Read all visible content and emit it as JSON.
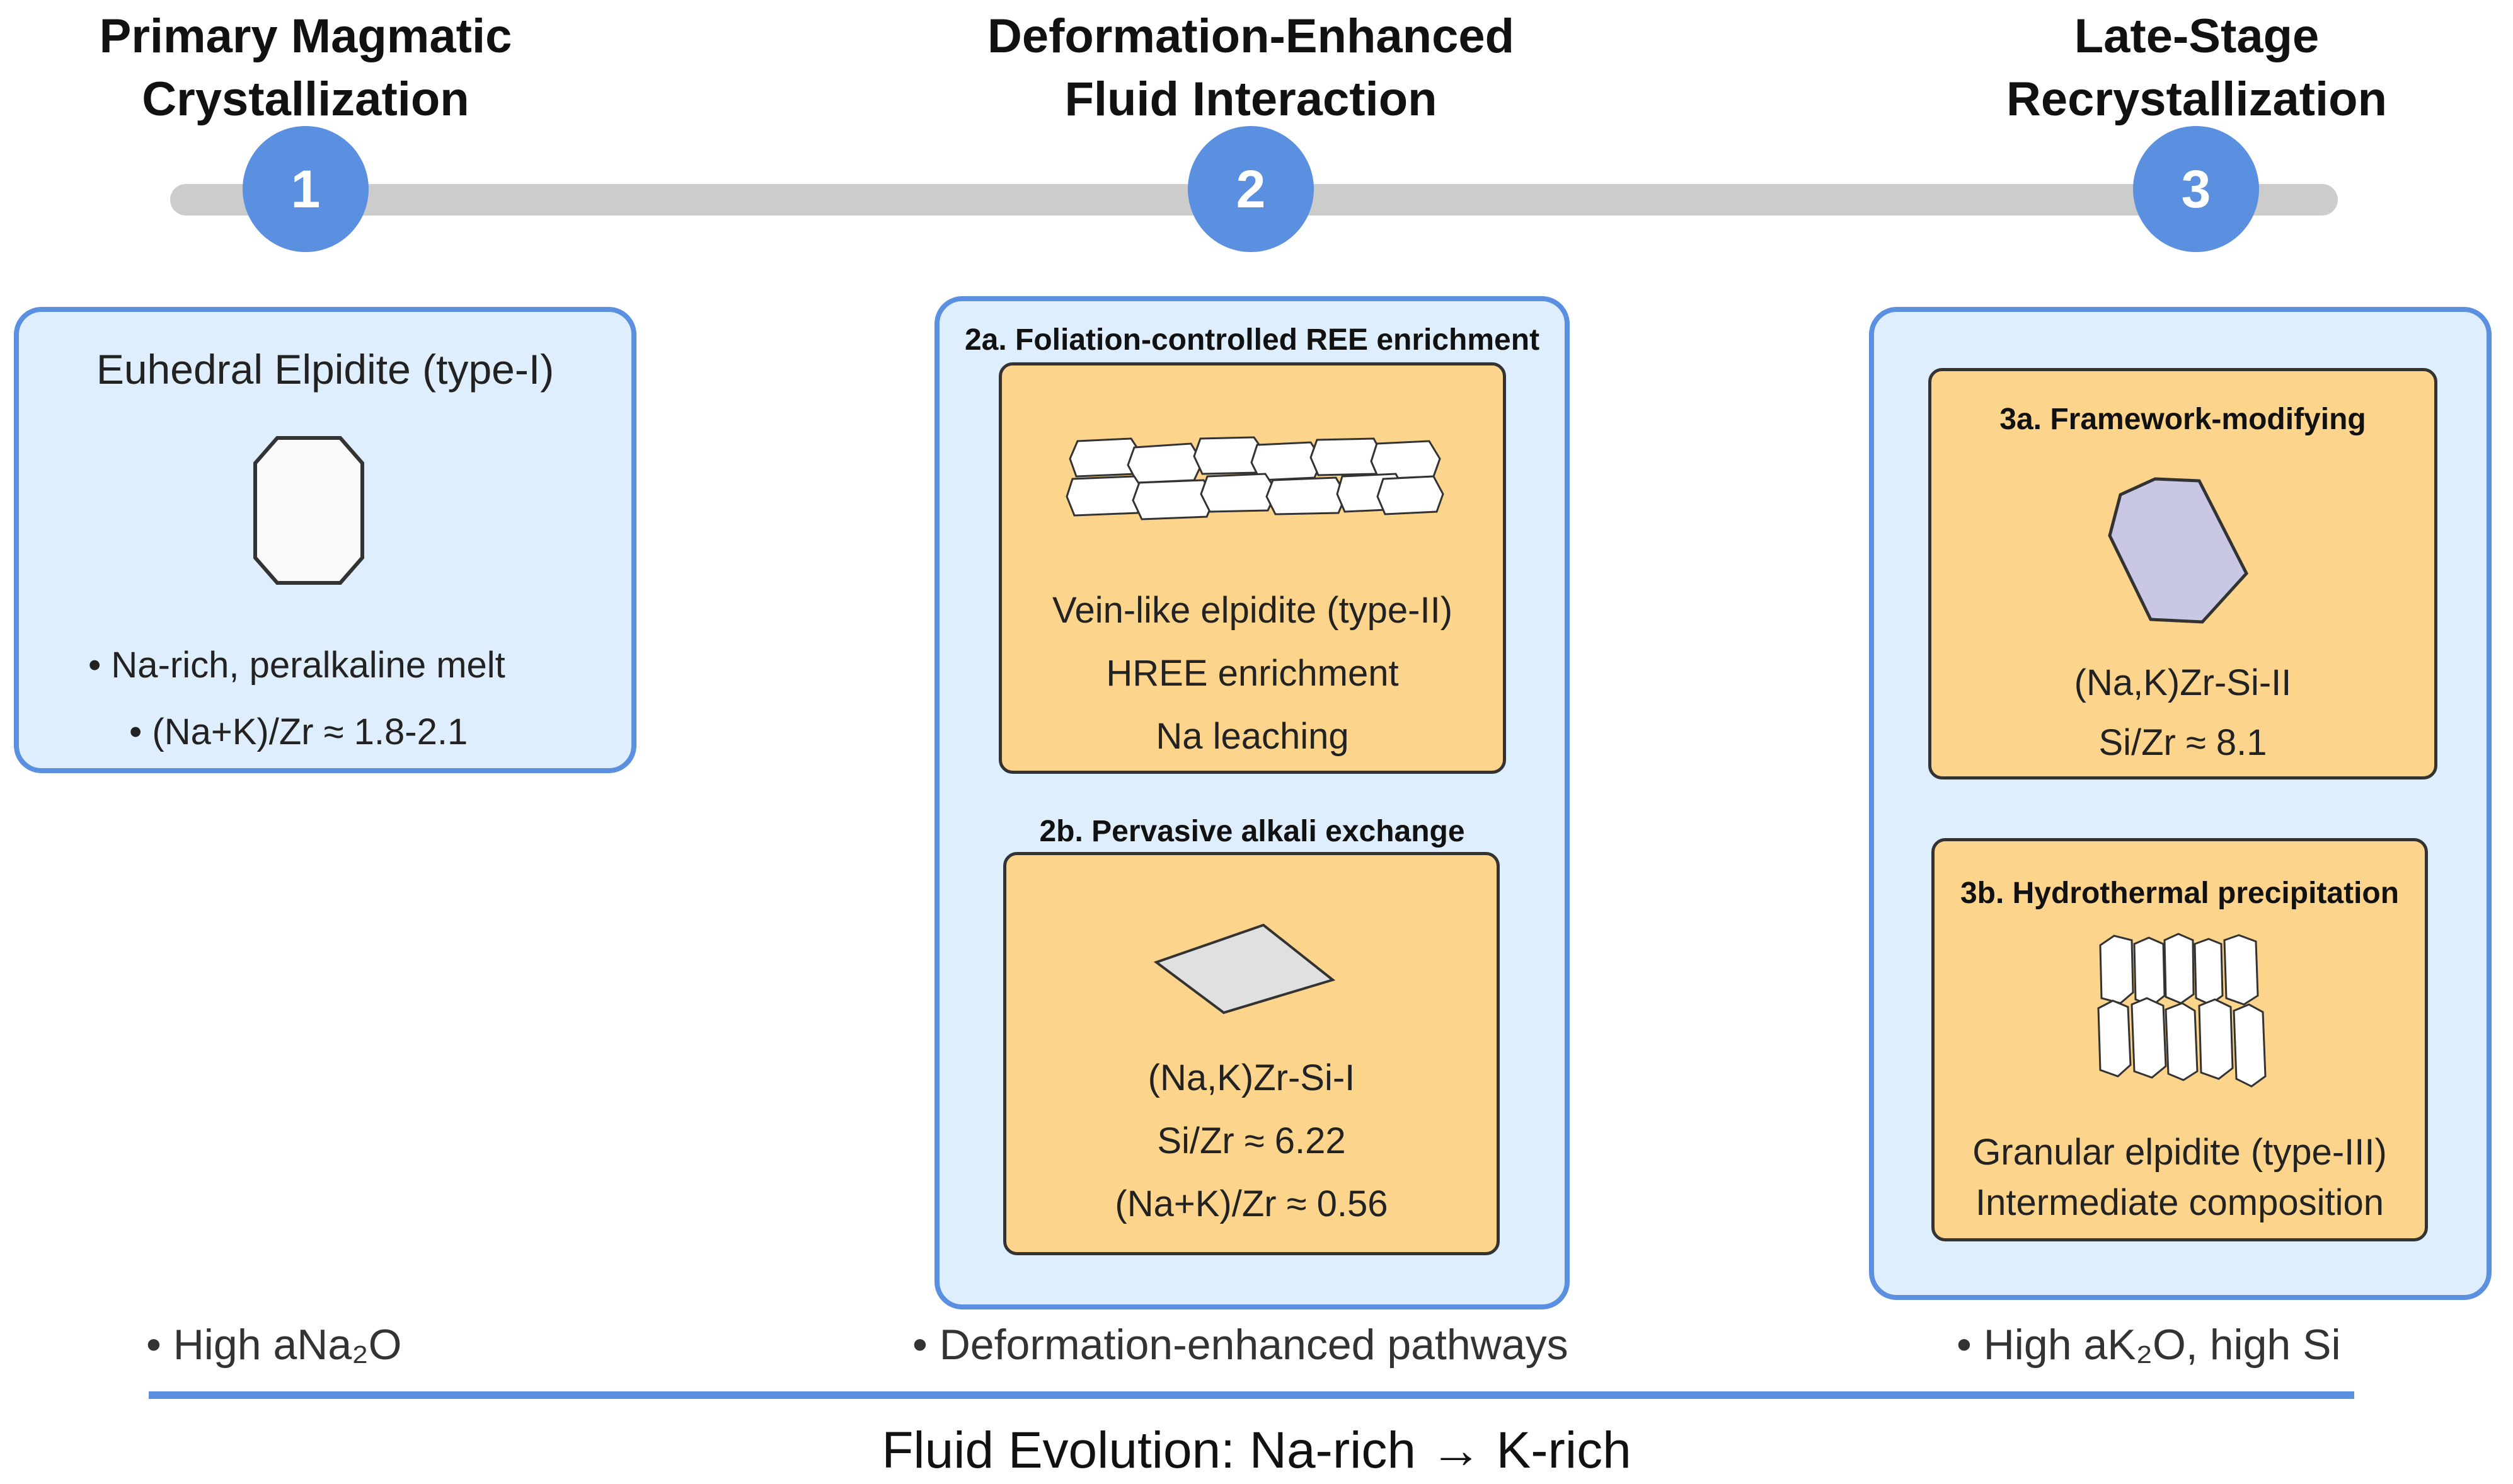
{
  "stages": [
    {
      "number": "1",
      "title_line1": "Primary Magmatic",
      "title_line2": "Crystallization"
    },
    {
      "number": "2",
      "title_line1": "Deformation-Enhanced",
      "title_line2": "Fluid Interaction"
    },
    {
      "number": "3",
      "title_line1": "Late-Stage",
      "title_line2": "Recrystallization"
    }
  ],
  "stage1": {
    "heading": "Euhedral Elpidite (type-I)",
    "bullet1": "• Na-rich, peralkaline melt",
    "bullet2": "• (Na+K)/Zr ≈ 1.8-2.1"
  },
  "stage2": {
    "a": {
      "title": "2a. Foliation-controlled REE enrichment",
      "line1": "Vein-like elpidite (type-II)",
      "line2": "HREE enrichment",
      "line3": "Na leaching"
    },
    "b": {
      "title": "2b. Pervasive alkali exchange",
      "line1": "(Na,K)Zr-Si-I",
      "line2": "Si/Zr ≈ 6.22",
      "line3": "(Na+K)/Zr ≈ 0.56"
    }
  },
  "stage3": {
    "a": {
      "title": "3a. Framework-modifying",
      "line1": "(Na,K)Zr-Si-II",
      "line2": "Si/Zr ≈ 8.1"
    },
    "b": {
      "title": "3b. Hydrothermal precipitation",
      "line1": "Granular elpidite (type-III)",
      "line2": "Intermediate composition"
    }
  },
  "bottom": {
    "label1": "• High aNa₂O",
    "label2": "• Deformation-enhanced pathways",
    "label3": "• High aK₂O, high Si",
    "fluid_evolution": "Fluid Evolution: Na-rich → K-rich"
  },
  "colors": {
    "accent": "#5b8fdf",
    "panel_fill": "#deeefc",
    "sub_fill": "#fcd48c",
    "bar": "#cccccc",
    "crystal_purple": "#c8c8e4"
  }
}
